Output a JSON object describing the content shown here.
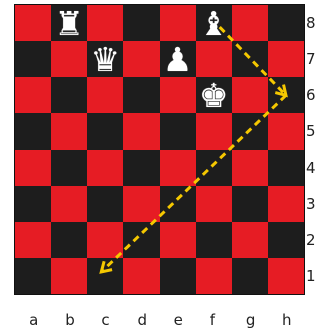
{
  "board": {
    "files": [
      "a",
      "b",
      "c",
      "d",
      "e",
      "f",
      "g",
      "h"
    ],
    "ranks": [
      "8",
      "7",
      "6",
      "5",
      "4",
      "3",
      "2",
      "1"
    ],
    "colors": {
      "light": "#e61c24",
      "dark": "#1d1d1d"
    }
  },
  "pieces": [
    {
      "square": "b8",
      "type": "rook",
      "color": "white",
      "glyph": "♜"
    },
    {
      "square": "f8",
      "type": "bishop",
      "color": "white",
      "glyph": "♝"
    },
    {
      "square": "c7",
      "type": "queen",
      "color": "white",
      "glyph": "♛"
    },
    {
      "square": "e7",
      "type": "pawn",
      "color": "white",
      "glyph": "♟"
    },
    {
      "square": "f6",
      "type": "king",
      "color": "white",
      "glyph": "♚"
    }
  ],
  "move_path": {
    "color": "#f5c800",
    "style": "dashed-arrow",
    "squares": [
      "f8",
      "h6",
      "c1"
    ]
  }
}
